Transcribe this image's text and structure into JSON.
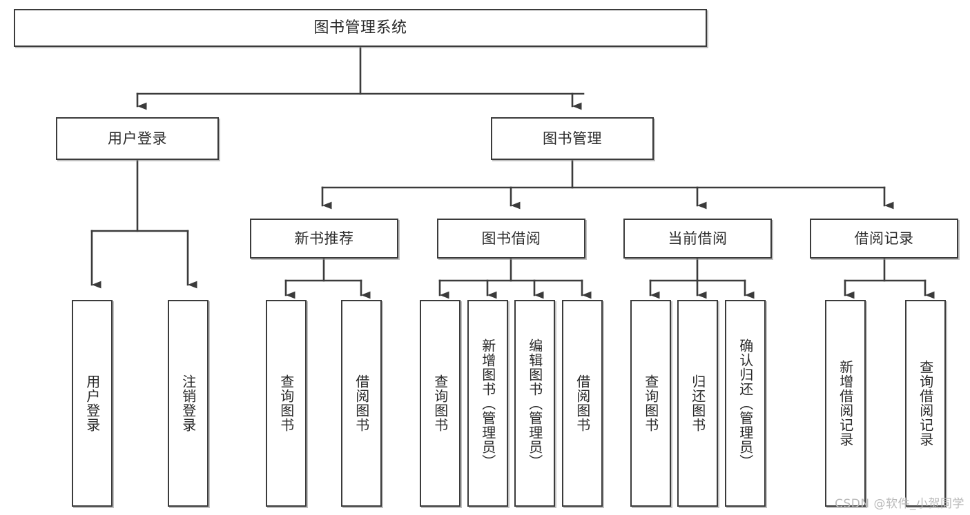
{
  "diagram": {
    "title": "图书管理系统",
    "type": "tree",
    "watermark": "CSDN @软件_小贺同学",
    "colors": {
      "node_border": "#3b3b3b",
      "node_fill": "#ffffff",
      "edge": "#3b3b3b",
      "text": "#2a2a2a",
      "watermark": "#b9b9b9",
      "background": "#ffffff"
    },
    "levels": {
      "root": [
        "图书管理系统"
      ],
      "level2": [
        "用户登录",
        "图书管理"
      ],
      "level3": [
        "新书推荐",
        "图书借阅",
        "当前借阅",
        "借阅记录"
      ],
      "leaves": [
        "用户登录",
        "注销登录",
        "查询图书",
        "借阅图书",
        "查询图书",
        "新增图书（管理员）",
        "编辑图书（管理员）",
        "借阅图书",
        "查询图书",
        "归还图书",
        "确认归还（管理员）",
        "新增借阅记录",
        "查询借阅记录"
      ]
    },
    "nodes": {
      "root": {
        "label": "图书管理系统"
      },
      "user_login": {
        "label": "用户登录"
      },
      "book_mgmt": {
        "label": "图书管理"
      },
      "new_book_rec": {
        "label": "新书推荐"
      },
      "book_borrow": {
        "label": "图书借阅"
      },
      "current_borrow": {
        "label": "当前借阅"
      },
      "borrow_record": {
        "label": "借阅记录"
      },
      "leaf_user_login": {
        "label": "用户登录"
      },
      "leaf_logout": {
        "label": "注销登录"
      },
      "leaf_query_book_a": {
        "label": "查询图书"
      },
      "leaf_borrow_book_a": {
        "label": "借阅图书"
      },
      "leaf_query_book_b": {
        "label": "查询图书"
      },
      "leaf_add_book_admin": {
        "label": "新增图书（管理员）"
      },
      "leaf_edit_book_admin": {
        "label": "编辑图书（管理员）"
      },
      "leaf_borrow_book_b": {
        "label": "借阅图书"
      },
      "leaf_query_book_c": {
        "label": "查询图书"
      },
      "leaf_return_book": {
        "label": "归还图书"
      },
      "leaf_confirm_return_admin": {
        "label": "确认归还（管理员）"
      },
      "leaf_add_record": {
        "label": "新增借阅记录"
      },
      "leaf_query_record": {
        "label": "查询借阅记录"
      }
    }
  }
}
